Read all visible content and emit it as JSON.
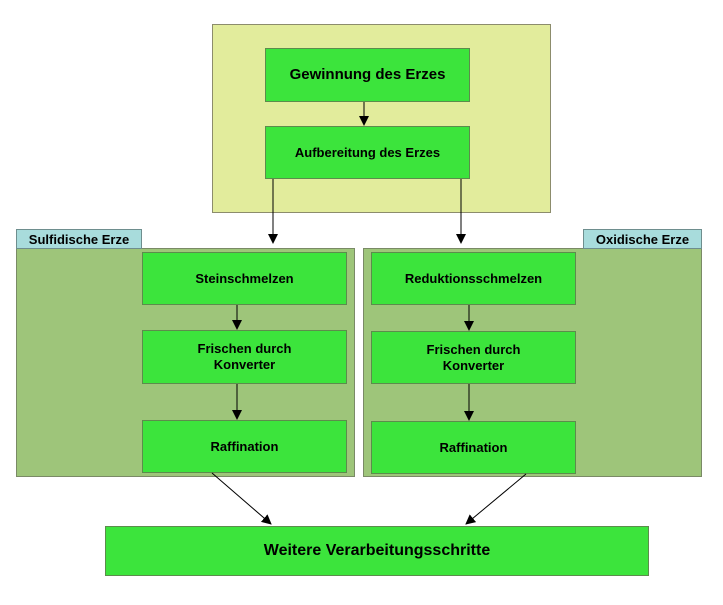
{
  "top": {
    "step1": "Gewinnung des Erzes",
    "step2": "Aufbereitung des Erzes"
  },
  "left": {
    "label": "Sulfidische Erze",
    "steps": [
      "Steinschmelzen",
      "Frischen durch\nKonverter",
      "Raffination"
    ]
  },
  "right": {
    "label": "Oxidische Erze",
    "steps": [
      "Reduktionsschmelzen",
      "Frischen durch\nKonverter",
      "Raffination"
    ]
  },
  "final": "Weitere Verarbeitungsschritte",
  "colors": {
    "top_panel": "#e2ec9c",
    "side_panel": "#9ec57a",
    "step": "#3ce43c",
    "label_tag": "#a8dcdc"
  }
}
